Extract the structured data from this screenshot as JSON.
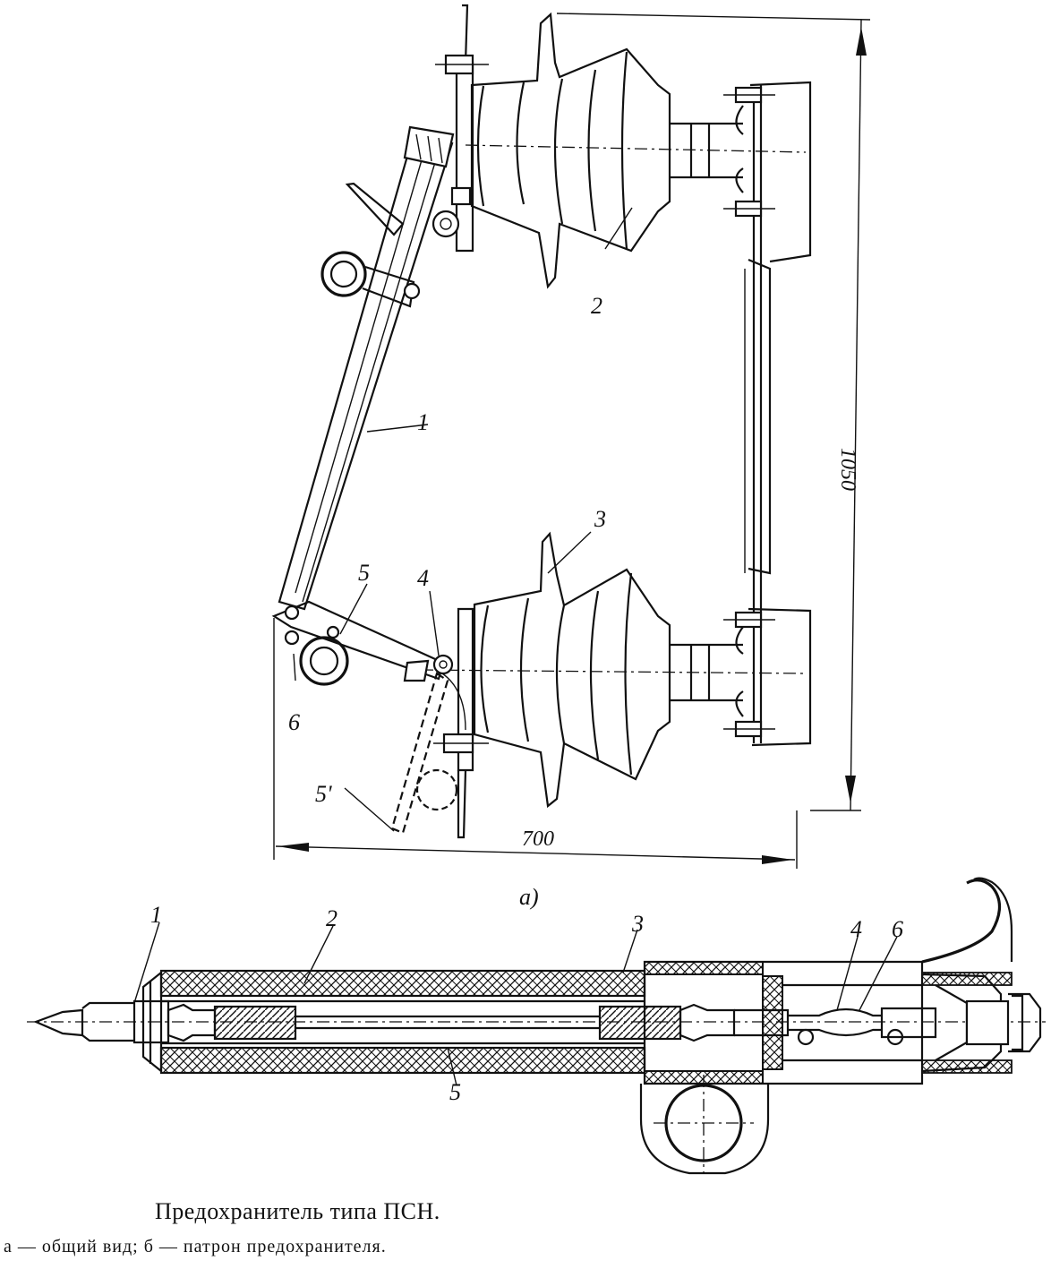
{
  "figure_a": {
    "label": "а)",
    "callouts": {
      "c1": "1",
      "c2": "2",
      "c3": "3",
      "c4": "4",
      "c5": "5",
      "c5p": "5'",
      "c6": "6"
    },
    "dimension_height": "1050",
    "dimension_width": "700"
  },
  "figure_b": {
    "callouts": {
      "c1": "1",
      "c2": "2",
      "c3": "3",
      "c4": "4",
      "c5": "5",
      "c6": "6"
    }
  },
  "caption": {
    "title": "Предохранитель типа ПСН.",
    "subtitle": "а — общий вид; б — патрон предохранителя."
  }
}
